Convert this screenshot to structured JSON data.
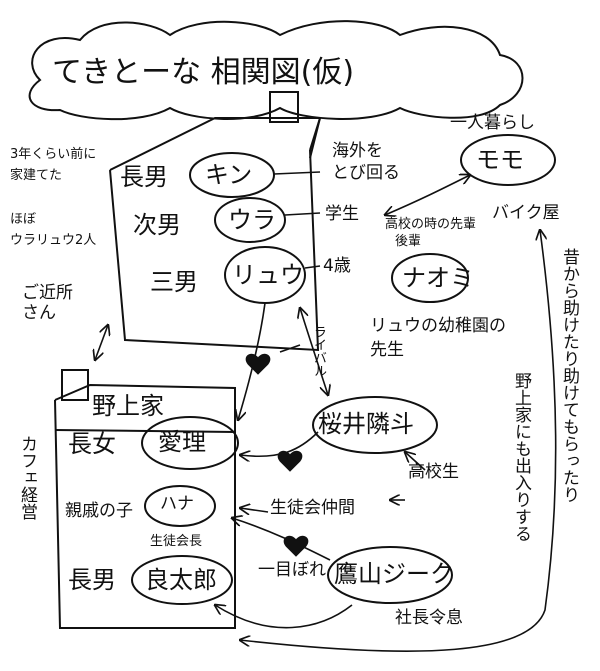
{
  "title": "てきとーな 相関図(仮)",
  "nodes": {
    "kin": "キン",
    "ura": "ウラ",
    "ryuu": "リュウ",
    "momo": "モモ",
    "naomi": "ナオミ",
    "airi": "愛理",
    "hana": "ハナ",
    "ryoutarou": "良太郎",
    "sakurai": "桜井隣斗",
    "takayama": "鷹山ジーク"
  },
  "house_top": {
    "eldest": "長男",
    "second": "次男",
    "third": "三男"
  },
  "house_bottom": {
    "name": "野上家",
    "eldest_daughter": "長女",
    "relative": "親戚の子",
    "eldest_son": "長男"
  },
  "labels": {
    "ryuu_age": "4歳",
    "ura_role": "学生",
    "kin_abroad": "海外を\nとび回る",
    "momo_life": "一人暮らし",
    "momo_job": "バイク屋",
    "momo_senpai": "高校の時の先輩",
    "momo_kouhai": "後輩",
    "naomi_desc": "リュウの幼稚園の\n先生",
    "rival": "ライバル",
    "hana_status": "生徒会長",
    "council": "生徒会仲間",
    "highschool": "高校生",
    "hitomebore": "一目ぼれ",
    "president": "社長令息",
    "left_note_years": "3年くらい前に\n家建てた",
    "left_note_almost": "ほぼ\nウラリュウ2人",
    "left_note_neighbor": "ご近所\nさん",
    "cafe": "カフェ経営",
    "helping": "昔から助けたり助けてもらったり",
    "frequent": "野上家にも出入りする"
  },
  "colors": {
    "ink": "#111111",
    "paper": "#ffffff"
  },
  "icons": {
    "heart": "heart-icon"
  }
}
